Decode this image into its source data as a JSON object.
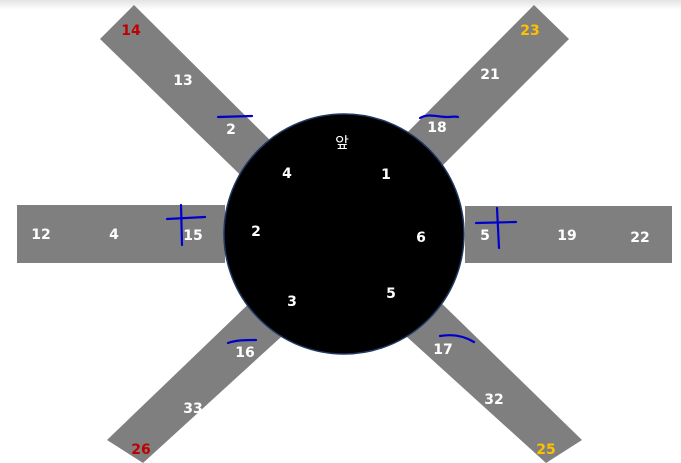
{
  "colors": {
    "arm": "#7f7f7f",
    "hub": "#000000",
    "hub_outline": "#1f3864",
    "label": "#ffffff",
    "red": "#c00000",
    "gold": "#ffc000",
    "pen": "#0000cc"
  },
  "hub_label": "앞",
  "hub_numbers": [
    "4",
    "1",
    "2",
    "6",
    "3",
    "5"
  ],
  "arms": {
    "upper_left": [
      "14",
      "13",
      "2"
    ],
    "upper_right": [
      "23",
      "21",
      "18"
    ],
    "left": [
      "12",
      "4",
      "15"
    ],
    "right": [
      "5",
      "19",
      "22"
    ],
    "lower_left": [
      "16",
      "33",
      "26"
    ],
    "lower_right": [
      "17",
      "32",
      "25"
    ]
  }
}
